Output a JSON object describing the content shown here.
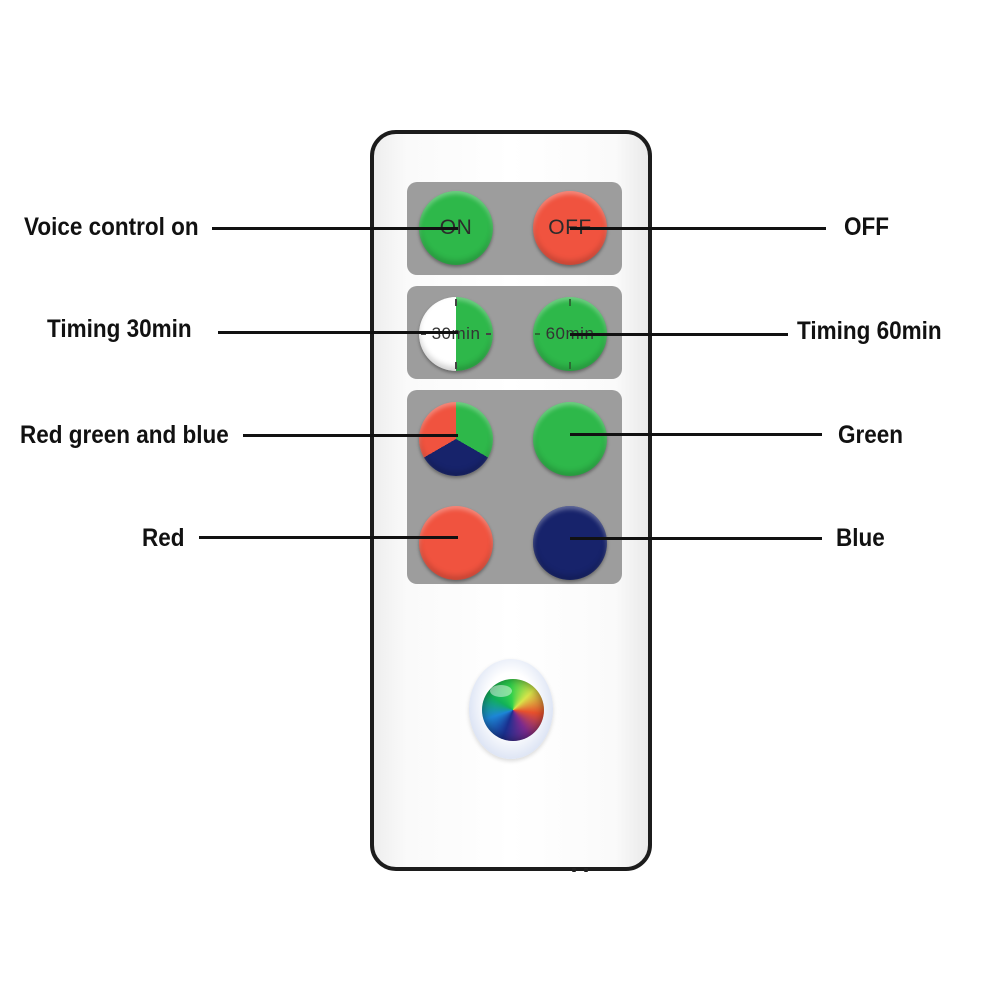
{
  "remote": {
    "buttons": {
      "on": {
        "text": "ON",
        "color": "#2eb84a"
      },
      "off": {
        "text": "OFF",
        "color": "#f0533f"
      },
      "timer30": {
        "text": "30min",
        "color": "#2eb84a"
      },
      "timer60": {
        "text": "60min",
        "color": "#2eb84a"
      },
      "rgb": {
        "colors": [
          "#f0533f",
          "#2eb84a",
          "#17236b"
        ]
      },
      "green": {
        "color": "#2eb84a"
      },
      "red": {
        "color": "#f0533f"
      },
      "blue": {
        "color": "#17236b"
      }
    },
    "panel_color": "#9d9d9d",
    "body_border_color": "#1c1c1c"
  },
  "labels": {
    "voice_on": "Voice control on",
    "off": "OFF",
    "timing30": "Timing 30min",
    "timing60": "Timing 60min",
    "rgb": "Red green and blue",
    "green": "Green",
    "red": "Red",
    "blue": "Blue"
  }
}
